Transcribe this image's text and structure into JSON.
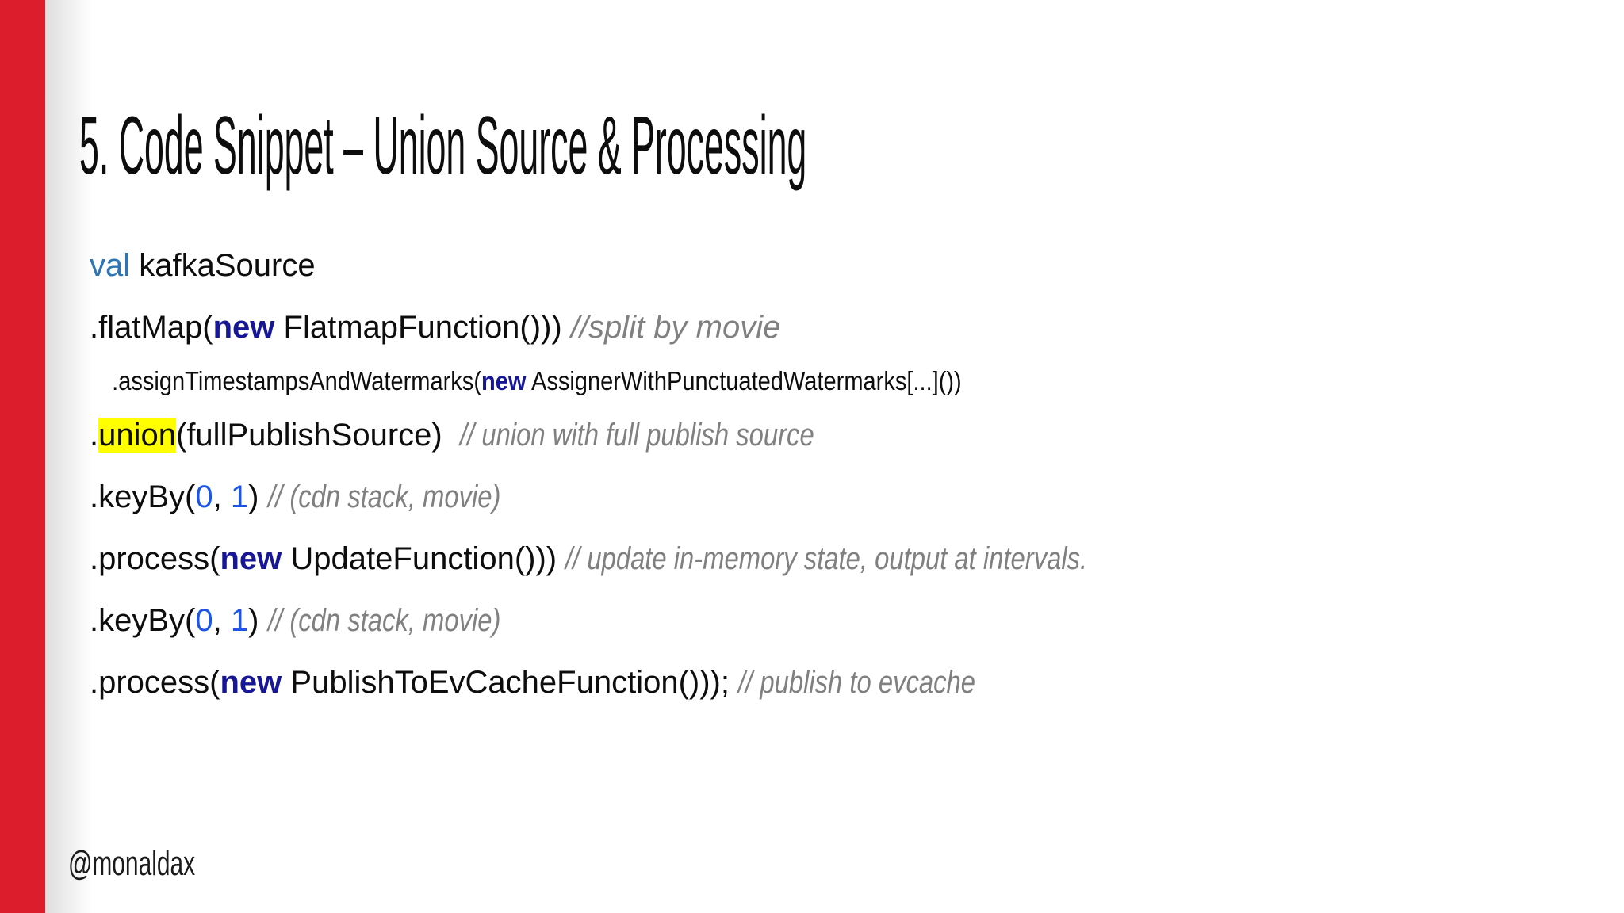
{
  "slide": {
    "title": "5. Code Snippet – Union Source & Processing",
    "footer_handle": "@monaldax"
  },
  "colors": {
    "accent_red": "#DC1E2C",
    "text_black": "#0d0d0d",
    "keyword_val_blue": "#2E75B6",
    "keyword_new_navy": "#171796",
    "number_blue": "#1C55E8",
    "comment_gray": "#808080",
    "highlight_yellow": "#FFFF00"
  },
  "code": {
    "lines": [
      {
        "segments": [
          {
            "style": "val",
            "text": "val"
          },
          {
            "style": "plain",
            "text": " kafkaSource"
          }
        ]
      },
      {
        "segments": [
          {
            "style": "plain",
            "text": ".flatMap("
          },
          {
            "style": "new",
            "text": "new"
          },
          {
            "style": "plain",
            "text": " FlatmapFunction())) "
          },
          {
            "style": "comment-wide",
            "text": "//split by movie"
          }
        ]
      },
      {
        "small": true,
        "segments": [
          {
            "style": "plain",
            "text": ".assignTimestampsAndWatermarks("
          },
          {
            "style": "new",
            "text": "new"
          },
          {
            "style": "plain",
            "text": " AssignerWithPunctuatedWatermarks[...]())"
          }
        ]
      },
      {
        "segments": [
          {
            "style": "plain",
            "text": "."
          },
          {
            "style": "highlight",
            "text": "union"
          },
          {
            "style": "plain",
            "text": "(fullPublishSource)  "
          },
          {
            "style": "comment",
            "text": "// union with full publish source"
          }
        ]
      },
      {
        "segments": [
          {
            "style": "plain",
            "text": ".keyBy("
          },
          {
            "style": "num",
            "text": "0"
          },
          {
            "style": "plain",
            "text": ", "
          },
          {
            "style": "num",
            "text": "1"
          },
          {
            "style": "plain",
            "text": ") "
          },
          {
            "style": "comment",
            "text": "// (cdn stack, movie)"
          }
        ]
      },
      {
        "segments": [
          {
            "style": "plain",
            "text": ".process("
          },
          {
            "style": "new",
            "text": "new"
          },
          {
            "style": "plain",
            "text": " UpdateFunction())) "
          },
          {
            "style": "comment",
            "text": "// update in-memory state, output at intervals."
          }
        ]
      },
      {
        "segments": [
          {
            "style": "plain",
            "text": ".keyBy("
          },
          {
            "style": "num",
            "text": "0"
          },
          {
            "style": "plain",
            "text": ", "
          },
          {
            "style": "num",
            "text": "1"
          },
          {
            "style": "plain",
            "text": ") "
          },
          {
            "style": "comment",
            "text": "// (cdn stack, movie)"
          }
        ]
      },
      {
        "segments": [
          {
            "style": "plain",
            "text": ".process("
          },
          {
            "style": "new",
            "text": "new"
          },
          {
            "style": "plain",
            "text": " PublishToEvCacheFunction())); "
          },
          {
            "style": "comment",
            "text": "// publish to evcache"
          }
        ]
      }
    ]
  }
}
